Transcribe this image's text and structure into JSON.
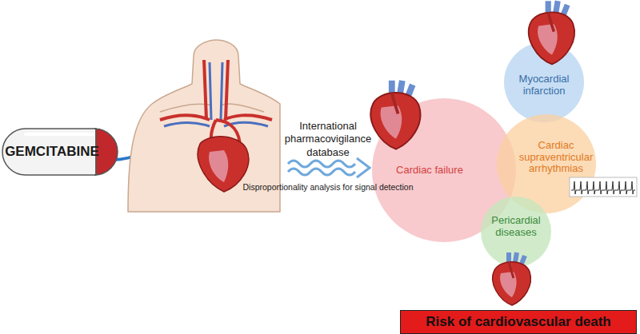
{
  "diagram": {
    "nodes": [
      {
        "text": [
          "GEMCITABINE"
        ]
      },
      {
        "text": [
          "Myocardial infarction"
        ]
      },
      {
        "text": [
          "Cardiac failure"
        ]
      },
      {
        "text": [
          "Cardiac supraventricular arrhythmias"
        ]
      },
      {
        "text": [
          "Pericardial diseases"
        ]
      },
      {
        "text": [
          "Risk of cardiovascular death"
        ]
      }
    ],
    "labels": [
      "International pharmacovigilance database",
      "Disproportionality analysis for signal detection"
    ]
  }
}
